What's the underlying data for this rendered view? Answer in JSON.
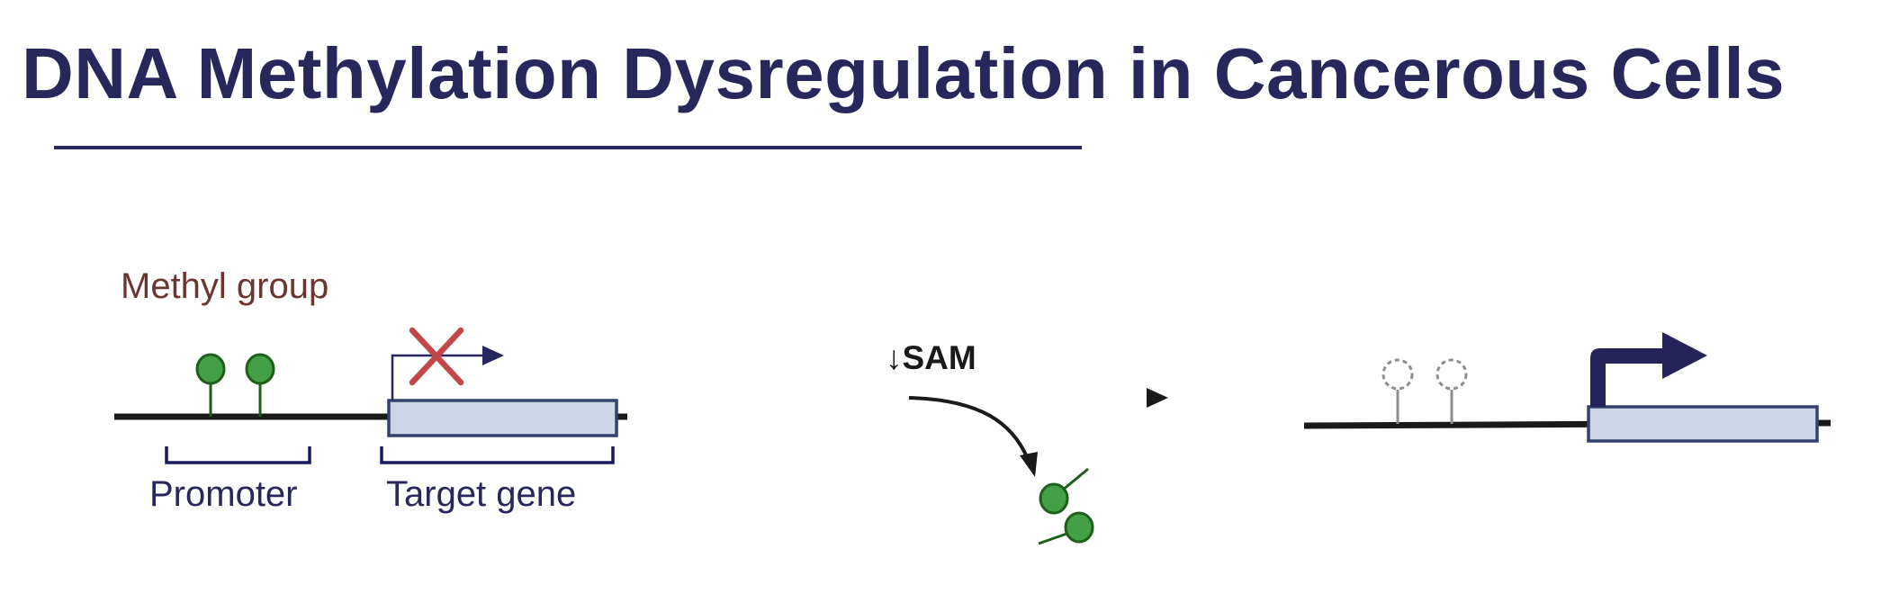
{
  "title": "DNA Methylation Dysregulation in Cancerous Cells",
  "labels": {
    "methyl_group": "Methyl group",
    "promoter": "Promoter",
    "target_gene": "Target gene",
    "sam": "↓SAM"
  },
  "colors": {
    "title": "#27275c",
    "methyl_label": "#6b3530",
    "methyl_fill": "#43a047",
    "methyl_stroke": "#1f5e1a",
    "gene_fill": "#cfd5e8",
    "gene_stroke": "#33416b",
    "block_x": "#c04848",
    "dna": "#1a1a1a",
    "unmethylated": "#8a8f94"
  }
}
